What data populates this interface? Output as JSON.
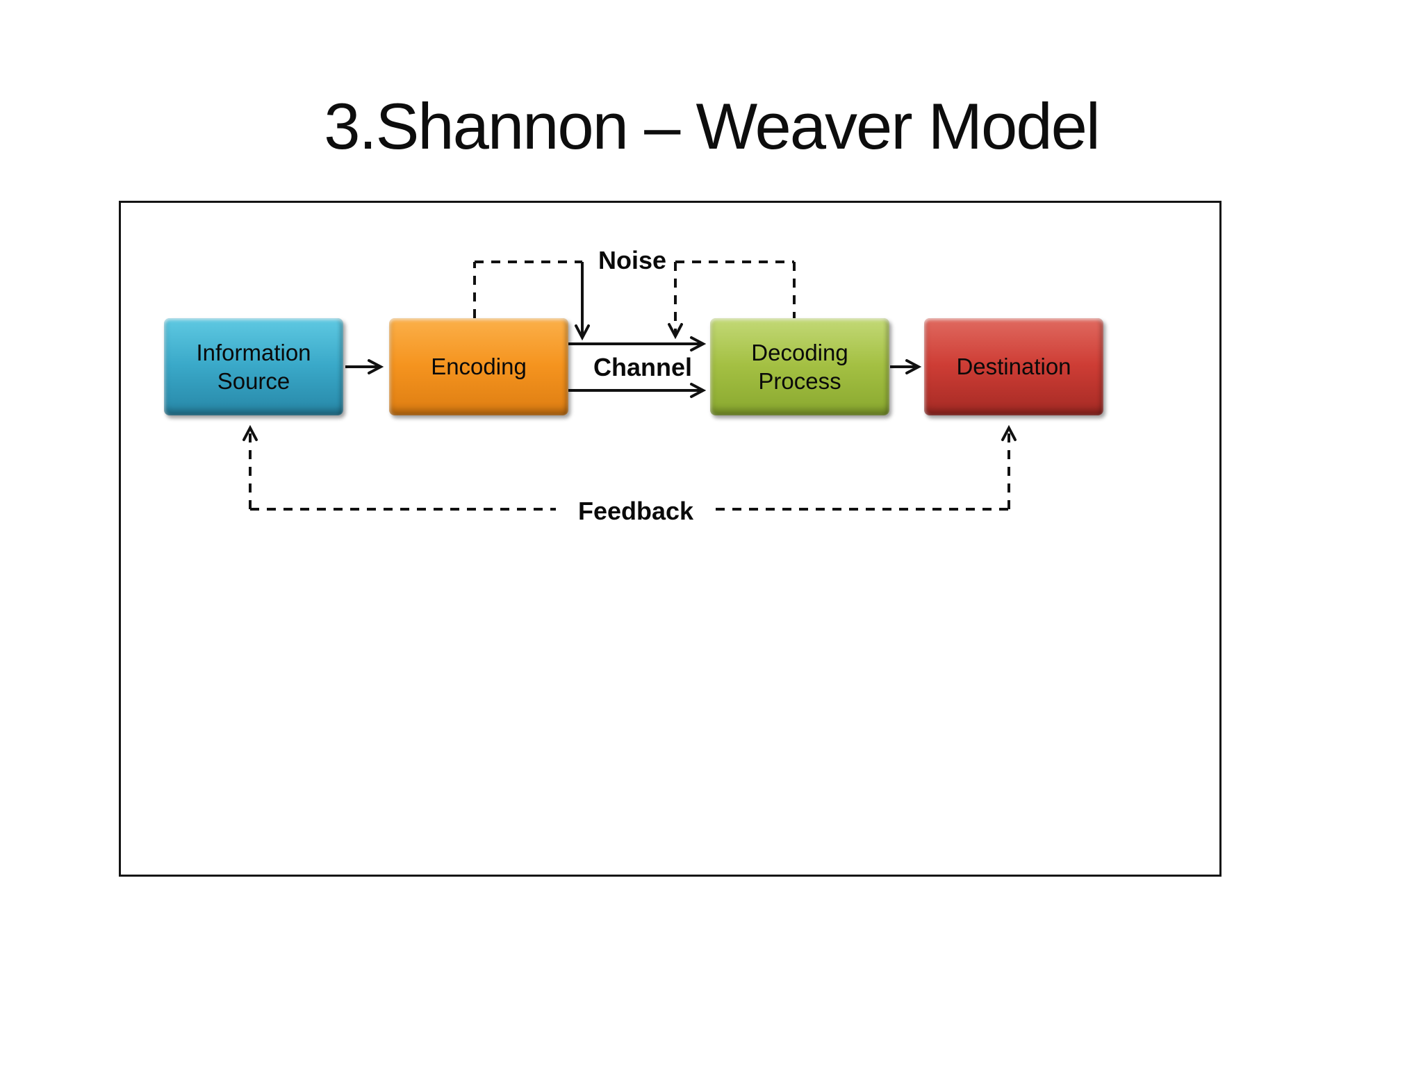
{
  "slide": {
    "title": "3.Shannon – Weaver Model"
  },
  "nodes": [
    {
      "id": "information-source",
      "label": "Information Source",
      "colors": [
        "#5fc9e2",
        "#3aa9c9",
        "#2787a7"
      ]
    },
    {
      "id": "encoding",
      "label": "Encoding",
      "colors": [
        "#fbb04a",
        "#f5941f",
        "#dd7d12"
      ]
    },
    {
      "id": "decoding-process",
      "label": "Decoding Process",
      "colors": [
        "#c3d977",
        "#a4c043",
        "#89a82f"
      ]
    },
    {
      "id": "destination",
      "label": "Destination",
      "colors": [
        "#e06a60",
        "#ce3d35",
        "#a42a24"
      ]
    }
  ],
  "labels": {
    "noise": "Noise",
    "channel": "Channel",
    "feedback": "Feedback"
  },
  "line_color": "#111111"
}
